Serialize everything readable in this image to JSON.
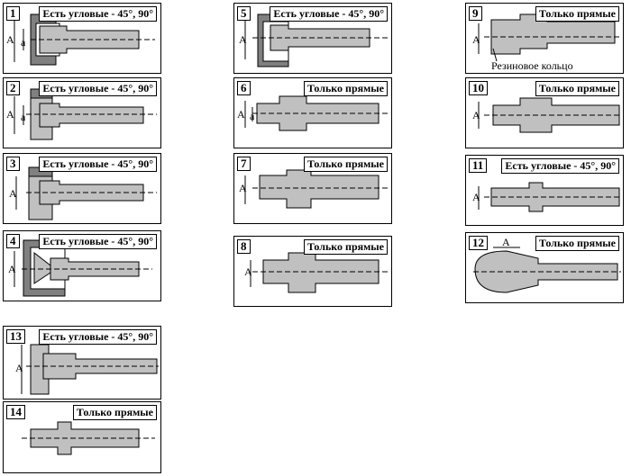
{
  "cards": [
    {
      "id": "1",
      "badge": "Есть угловые - 45°, 90°",
      "labels": [
        "A",
        "a"
      ]
    },
    {
      "id": "2",
      "badge": "Есть угловые - 45°, 90°",
      "labels": [
        "A",
        "a"
      ]
    },
    {
      "id": "3",
      "badge": "Есть угловые - 45°, 90°",
      "labels": [
        "A"
      ]
    },
    {
      "id": "4",
      "badge": "Есть угловые - 45°, 90°",
      "labels": [
        "A"
      ]
    },
    {
      "id": "5",
      "badge": "Есть угловые - 45°, 90°",
      "labels": [
        "A"
      ]
    },
    {
      "id": "6",
      "badge": "Только прямые",
      "labels": [
        "A",
        "a"
      ]
    },
    {
      "id": "7",
      "badge": "Только прямые",
      "labels": [
        "A"
      ]
    },
    {
      "id": "8",
      "badge": "Только прямые",
      "labels": [
        "A"
      ]
    },
    {
      "id": "9",
      "badge": "Только прямые",
      "labels": [
        "A"
      ],
      "note": "Резиновое кольцо"
    },
    {
      "id": "10",
      "badge": "Только прямые",
      "labels": [
        "A"
      ]
    },
    {
      "id": "11",
      "badge": "Есть угловые - 45°, 90°",
      "labels": [
        "A"
      ]
    },
    {
      "id": "12",
      "badge": "Только прямые",
      "labels": [
        "A"
      ]
    },
    {
      "id": "13",
      "badge": "Есть угловые - 45°, 90°",
      "labels": [
        "A"
      ]
    },
    {
      "id": "14",
      "badge": "Только прямые",
      "labels": []
    }
  ],
  "colors": {
    "metal": "#c0c0c0",
    "dark": "#808080",
    "line": "#000000",
    "bg": "#ffffff"
  }
}
